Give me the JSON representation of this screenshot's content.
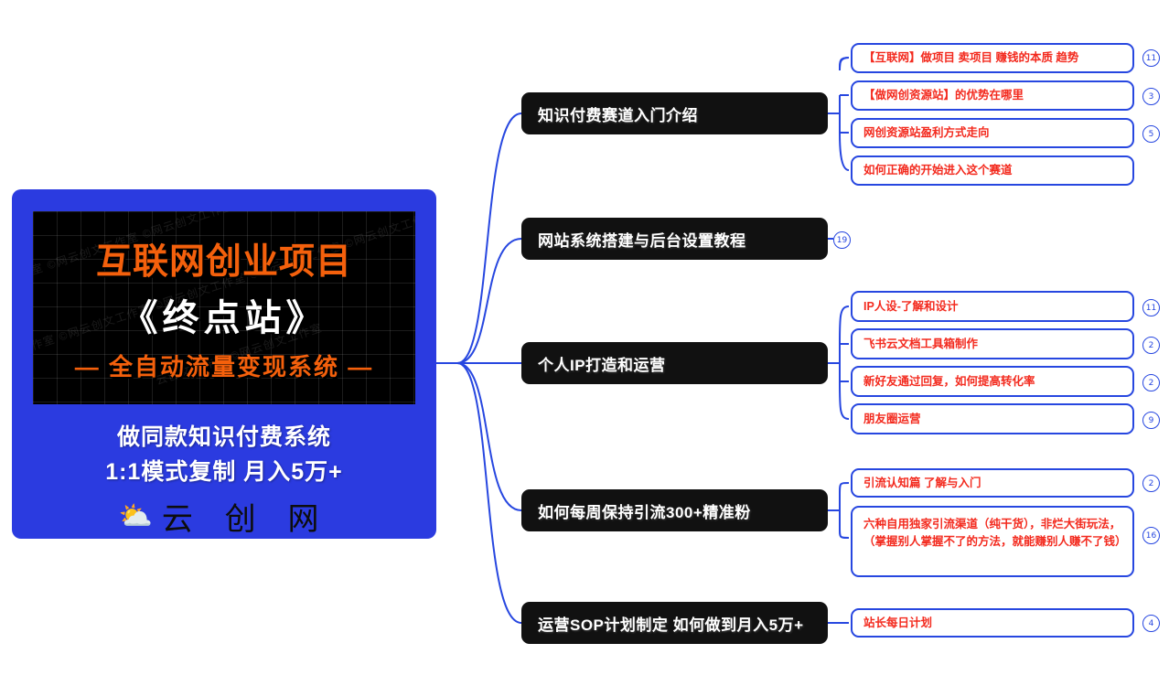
{
  "root": {
    "poster": {
      "title": "互联网创业项目",
      "subtitle": "《终点站》",
      "tagline": "— 全自动流量变现系统 —"
    },
    "sub_line_1": "做同款知识付费系统",
    "sub_line_2": "1:1模式复制  月入5万+",
    "brand_icon": "sun-cloud-icon",
    "brand_glyph": "⛅",
    "brand_name": "云 创 网",
    "colors": {
      "card_blue": "#2B3BE0",
      "title_orange": "#F4600C",
      "panel_black": "#000000"
    }
  },
  "theme": {
    "branch_line": "#2747E0",
    "node_black": "#111111",
    "leaf_border": "#2747E0",
    "leaf_text": "#F32A1E",
    "badge": "#2747E0"
  },
  "branches": [
    {
      "label": "知识付费赛道入门介绍",
      "badge": "",
      "children": [
        {
          "label": "【互联网】做项目 卖项目 赚钱的本质 趋势",
          "badge": "11"
        },
        {
          "label": "【做网创资源站】的优势在哪里",
          "badge": "3"
        },
        {
          "label": "网创资源站盈利方式走向",
          "badge": "5"
        },
        {
          "label": "如何正确的开始进入这个赛道",
          "badge": ""
        }
      ]
    },
    {
      "label": "网站系统搭建与后台设置教程",
      "badge": "19",
      "children": []
    },
    {
      "label": "个人IP打造和运营",
      "badge": "",
      "children": [
        {
          "label": "IP人设-了解和设计",
          "badge": "11"
        },
        {
          "label": "飞书云文档工具箱制作",
          "badge": "2"
        },
        {
          "label": "新好友通过回复，如何提高转化率",
          "badge": "2"
        },
        {
          "label": "朋友圈运营",
          "badge": "9"
        }
      ]
    },
    {
      "label": "如何每周保持引流300+精准粉",
      "badge": "",
      "children": [
        {
          "label": "引流认知篇 了解与入门",
          "badge": "2"
        },
        {
          "label": "六种自用独家引流渠道（纯干货），非烂大街玩法，（掌握别人掌握不了的方法，就能赚别人赚不了钱）",
          "badge": "16"
        }
      ]
    },
    {
      "label": "运营SOP计划制定 如何做到月入5万+",
      "badge": "",
      "children": [
        {
          "label": "站长每日计划",
          "badge": "4"
        }
      ]
    }
  ]
}
